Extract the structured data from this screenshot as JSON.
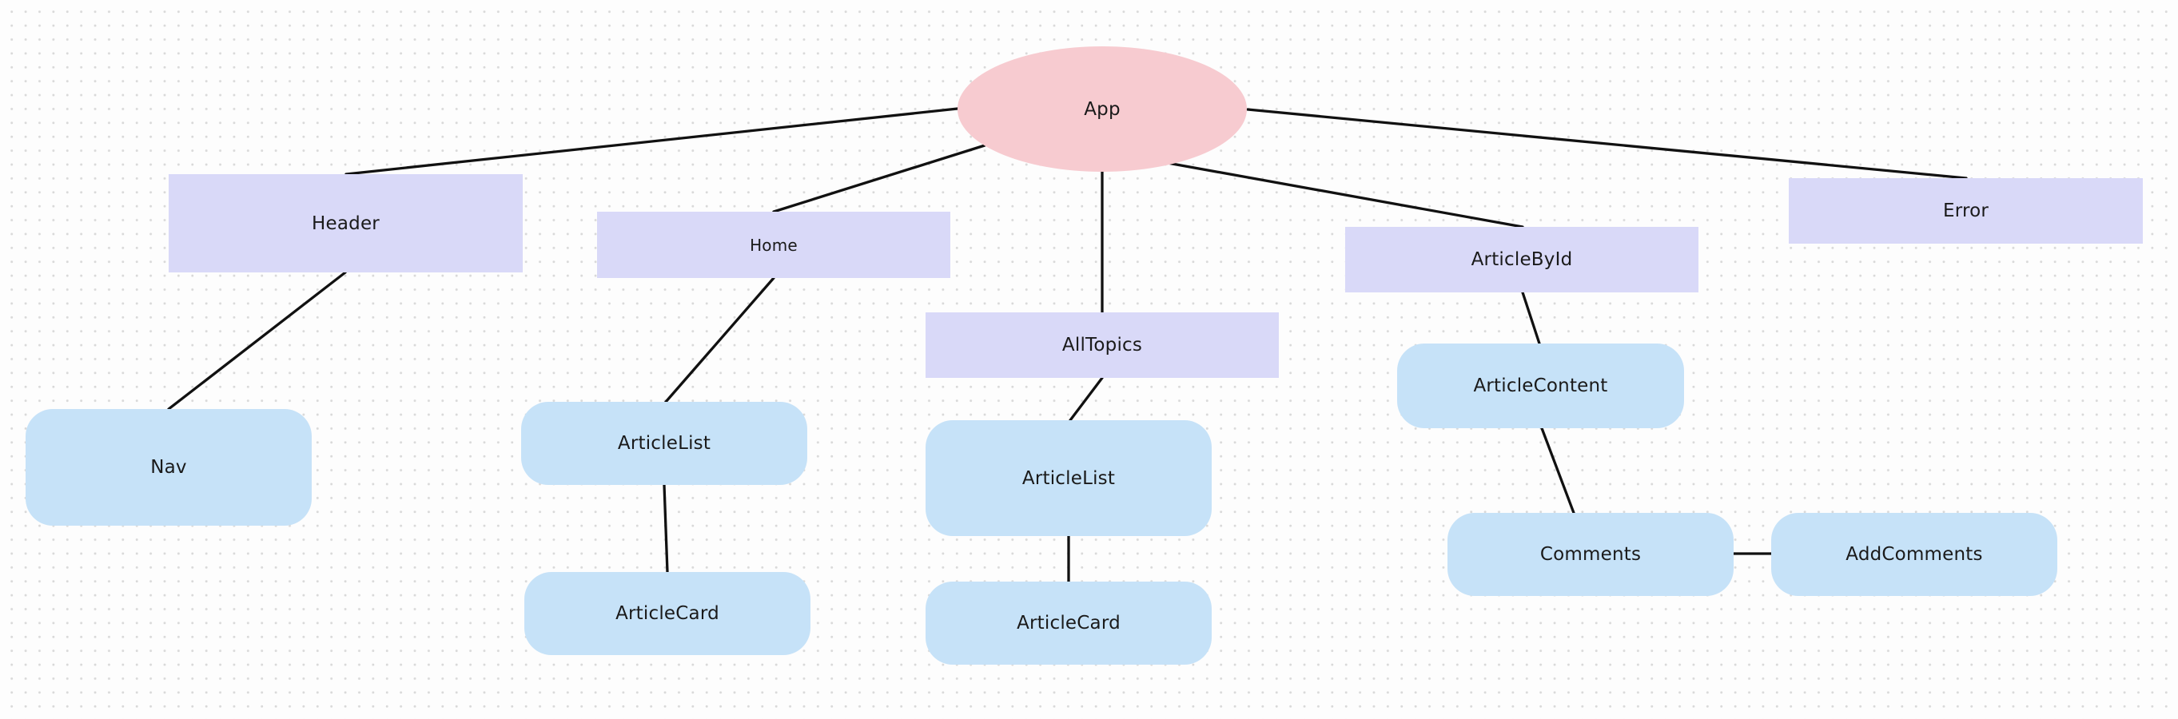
{
  "colors": {
    "root": "#f7cbd0",
    "page": "#d9d9f8",
    "component": "#c6e2f8",
    "line": "#111111"
  },
  "nodes": [
    {
      "id": "app",
      "label": "App",
      "kind": "root"
    },
    {
      "id": "header",
      "label": "Header",
      "kind": "page"
    },
    {
      "id": "home",
      "label": "Home",
      "kind": "page"
    },
    {
      "id": "alltopics",
      "label": "AllTopics",
      "kind": "page"
    },
    {
      "id": "articlebyid",
      "label": "ArticleById",
      "kind": "page"
    },
    {
      "id": "error",
      "label": "Error",
      "kind": "page"
    },
    {
      "id": "nav",
      "label": "Nav",
      "kind": "component"
    },
    {
      "id": "articlelist1",
      "label": "ArticleList",
      "kind": "component"
    },
    {
      "id": "articlecard1",
      "label": "ArticleCard",
      "kind": "component"
    },
    {
      "id": "articlelist2",
      "label": "ArticleList",
      "kind": "component"
    },
    {
      "id": "articlecard2",
      "label": "ArticleCard",
      "kind": "component"
    },
    {
      "id": "articlecontent",
      "label": "ArticleContent",
      "kind": "component"
    },
    {
      "id": "comments",
      "label": "Comments",
      "kind": "component"
    },
    {
      "id": "addcomments",
      "label": "AddComments",
      "kind": "component"
    }
  ],
  "edges": [
    {
      "from": "app",
      "to": "header"
    },
    {
      "from": "app",
      "to": "home"
    },
    {
      "from": "app",
      "to": "alltopics"
    },
    {
      "from": "app",
      "to": "articlebyid"
    },
    {
      "from": "app",
      "to": "error"
    },
    {
      "from": "header",
      "to": "nav"
    },
    {
      "from": "home",
      "to": "articlelist1"
    },
    {
      "from": "articlelist1",
      "to": "articlecard1"
    },
    {
      "from": "alltopics",
      "to": "articlelist2"
    },
    {
      "from": "articlelist2",
      "to": "articlecard2"
    },
    {
      "from": "articlebyid",
      "to": "articlecontent"
    },
    {
      "from": "articlecontent",
      "to": "comments"
    },
    {
      "from": "comments",
      "to": "addcomments"
    }
  ]
}
